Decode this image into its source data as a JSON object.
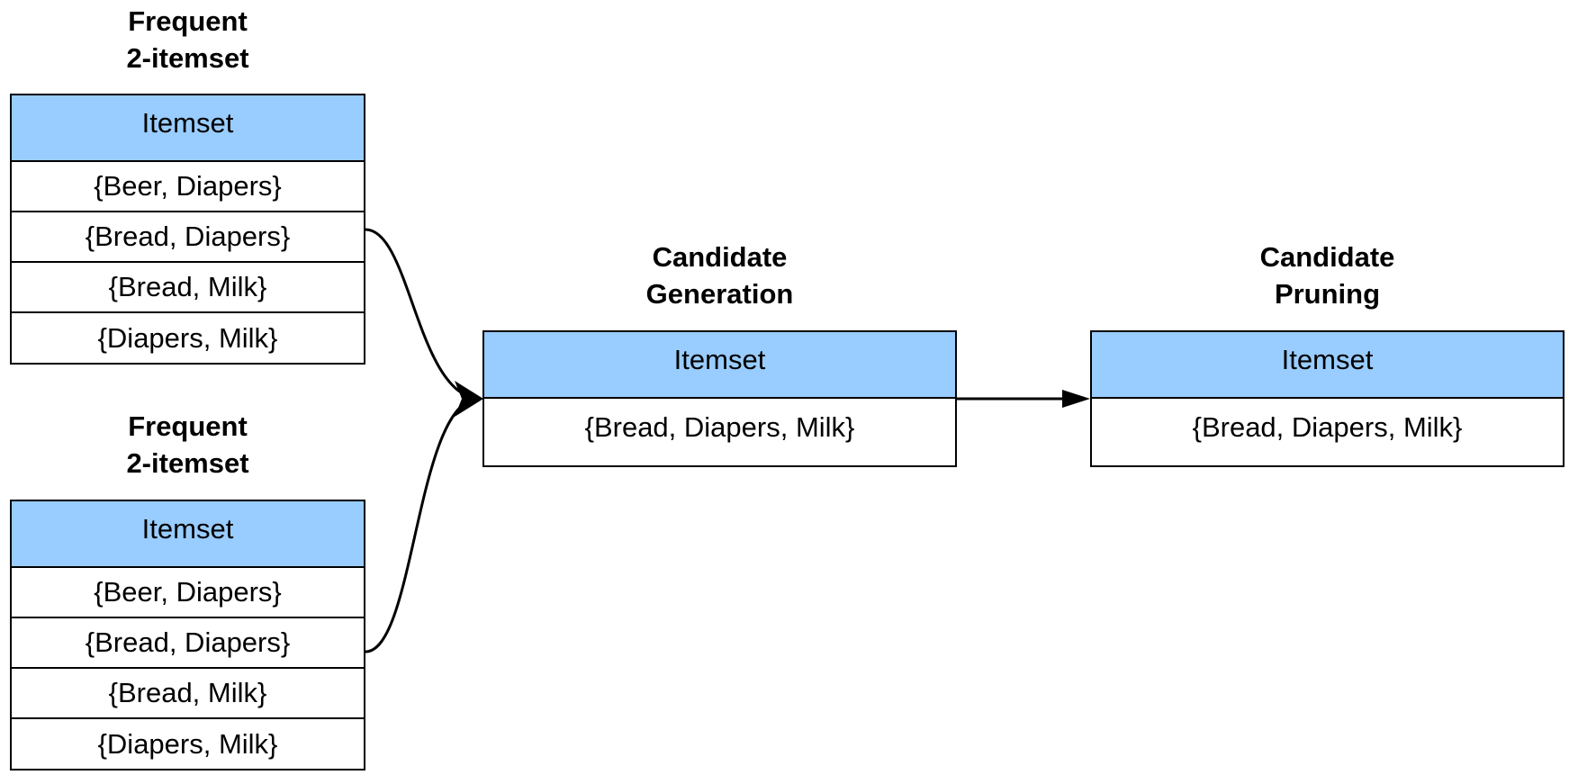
{
  "left_top": {
    "title_line1": "Frequent",
    "title_line2": "2-itemset",
    "header": "Itemset",
    "rows": [
      "{Beer, Diapers}",
      "{Bread, Diapers}",
      "{Bread, Milk}",
      "{Diapers, Milk}"
    ]
  },
  "left_bottom": {
    "title_line1": "Frequent",
    "title_line2": "2-itemset",
    "header": "Itemset",
    "rows": [
      "{Beer, Diapers}",
      "{Bread, Diapers}",
      "{Bread, Milk}",
      "{Diapers, Milk}"
    ]
  },
  "generation": {
    "title_line1": "Candidate",
    "title_line2": "Generation",
    "header": "Itemset",
    "rows": [
      "{Bread, Diapers, Milk}"
    ]
  },
  "pruning": {
    "title_line1": "Candidate",
    "title_line2": "Pruning",
    "header": "Itemset",
    "rows": [
      "{Bread, Diapers, Milk}"
    ]
  },
  "colors": {
    "header_fill": "#99ccff",
    "line": "#000000"
  }
}
